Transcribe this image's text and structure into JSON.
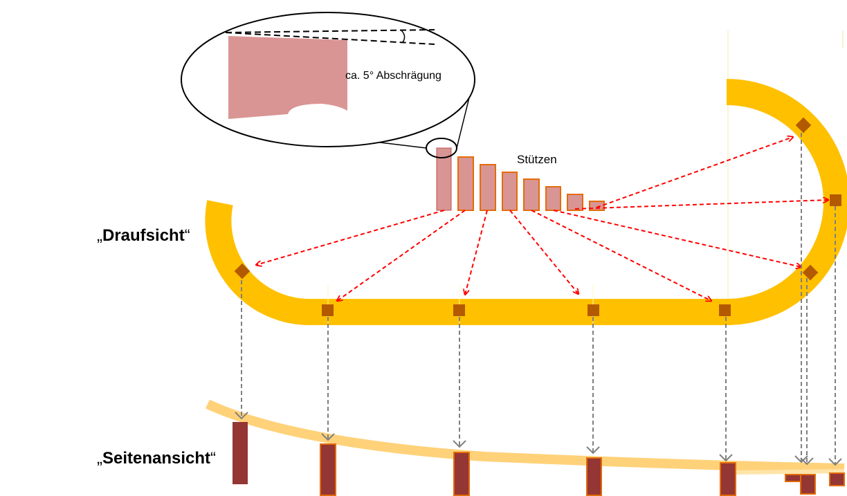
{
  "views": {
    "top_quote_open": "„",
    "top_name": "Draufsicht",
    "top_quote_close": "“",
    "side_quote_open": "„",
    "side_name": "Seitenansicht",
    "side_quote_close": "“"
  },
  "stuetzen_label": "Stützen",
  "detail": {
    "bevel_label": "ca. 5° Abschrägung"
  },
  "colors": {
    "track_top": "#FFC000",
    "track_side": "#FFD27A",
    "support_top": "#B35A00",
    "support_side": "#943634",
    "column_fill": "#D99594",
    "column_stroke": "#E36C09",
    "arrow_red": "#FF0000",
    "arrow_grey": "#7F7F7F"
  }
}
